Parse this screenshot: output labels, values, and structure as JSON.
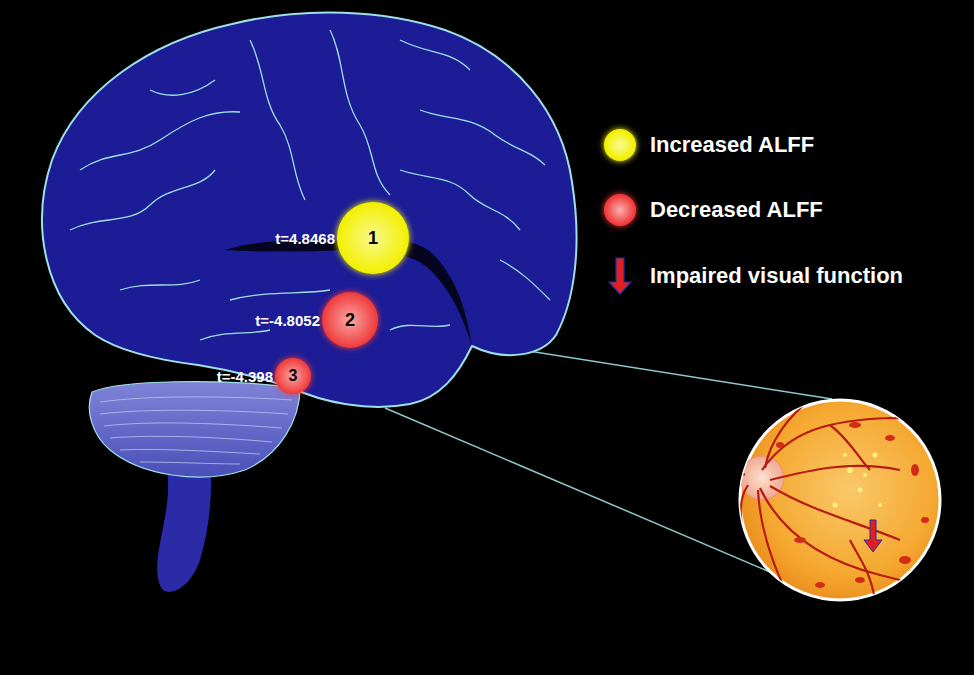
{
  "diagram": {
    "nodes": [
      {
        "text": [
          "t=4.8468",
          "1"
        ]
      },
      {
        "text": [
          "t=-4.8052",
          "2"
        ]
      },
      {
        "text": [
          "t=-4.398",
          "3"
        ]
      }
    ],
    "legend": [
      {
        "text": "Increased ALFF",
        "color": "#f2f000"
      },
      {
        "text": "Decreased ALFF",
        "color": "#f03a3a"
      },
      {
        "text": "Impaired visual function"
      }
    ]
  }
}
